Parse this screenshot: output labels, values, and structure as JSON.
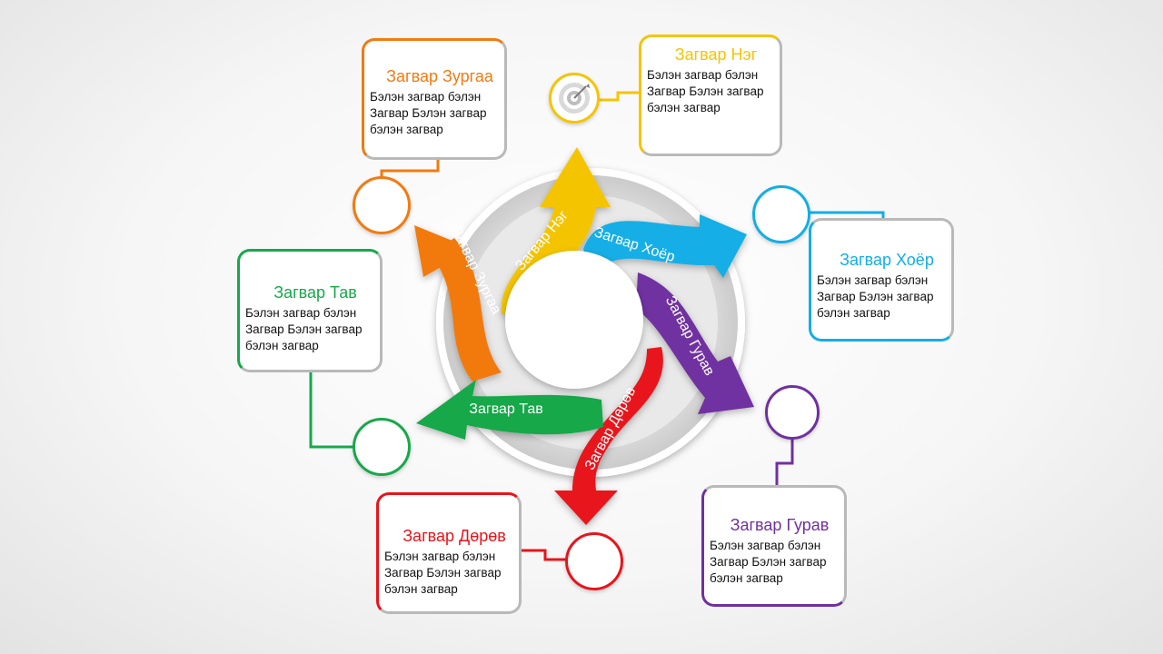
{
  "colors": {
    "one": "#f5c400",
    "two": "#12aee6",
    "three": "#7030a0",
    "four": "#e8141b",
    "five": "#17a84a",
    "six": "#f27a10",
    "box_border": "#b9b9b9"
  },
  "center_icon": "target-icon",
  "arrows": [
    {
      "key": "one",
      "label": "Загвар Нэг"
    },
    {
      "key": "two",
      "label": "Загвар Хоёр"
    },
    {
      "key": "three",
      "label": "Загвар Гурав"
    },
    {
      "key": "four",
      "label": "Загвар Дөрөв"
    },
    {
      "key": "five",
      "label": "Загвар Тав"
    },
    {
      "key": "six",
      "label": "Загвар Зургаа"
    }
  ],
  "boxes": {
    "one": {
      "title": "Загвар Нэг",
      "lines": [
        "Бэлэн загвар бэлэн",
        "Загвар Бэлэн загвар",
        "бэлэн загвар"
      ]
    },
    "two": {
      "title": "Загвар Хоёр",
      "lines": [
        "Бэлэн загвар бэлэн",
        "Загвар Бэлэн загвар",
        "бэлэн загвар"
      ]
    },
    "three": {
      "title": "Загвар Гурав",
      "lines": [
        "Бэлэн загвар бэлэн",
        "Загвар Бэлэн загвар",
        "бэлэн загвар"
      ]
    },
    "four": {
      "title": "Загвар Дөрөв",
      "lines": [
        "Бэлэн загвар бэлэн",
        "Загвар Бэлэн загвар",
        "бэлэн загвар"
      ]
    },
    "five": {
      "title": "Загвар Тав",
      "lines": [
        "Бэлэн загвар бэлэн",
        "Загвар Бэлэн загвар",
        "бэлэн загвар"
      ]
    },
    "six": {
      "title": "Загвар Зургаа",
      "lines": [
        "Бэлэн загвар бэлэн",
        "Загвар Бэлэн загвар",
        "бэлэн загвар"
      ]
    }
  }
}
